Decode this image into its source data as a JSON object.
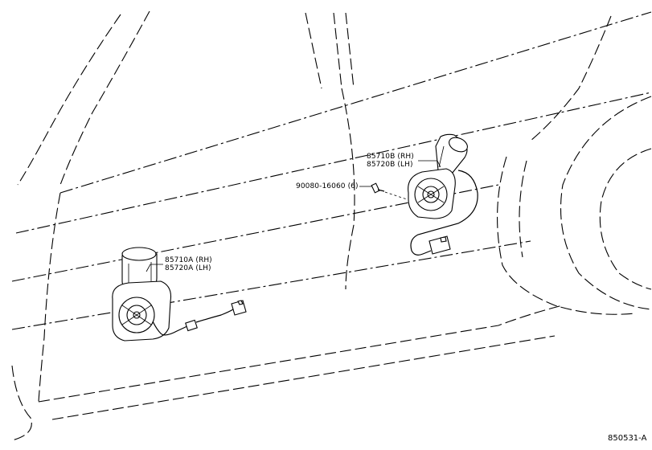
{
  "diagram": {
    "parts": [
      {
        "id": "motor_front",
        "numbers": [
          "85710A (RH)",
          "85720A (LH)"
        ]
      },
      {
        "id": "motor_rear",
        "numbers": [
          "85710B (RH)",
          "85720B (LH)"
        ]
      },
      {
        "id": "screw",
        "numbers": [
          "90080-16060 (6)"
        ]
      }
    ],
    "reference": "850531-A"
  }
}
